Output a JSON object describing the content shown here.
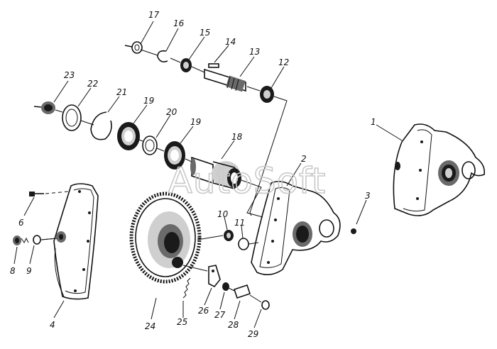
{
  "watermark": "AutoSoft",
  "callouts": [
    "1",
    "2",
    "3",
    "4",
    "6",
    "8",
    "9",
    "10",
    "11",
    "12",
    "13",
    "14",
    "15",
    "16",
    "17",
    "18",
    "19",
    "19",
    "20",
    "21",
    "22",
    "23",
    "24",
    "25",
    "26",
    "27",
    "28",
    "29"
  ],
  "colors": {
    "ink": "#111111",
    "watermark": "#c9c9c9",
    "background": "#ffffff"
  }
}
